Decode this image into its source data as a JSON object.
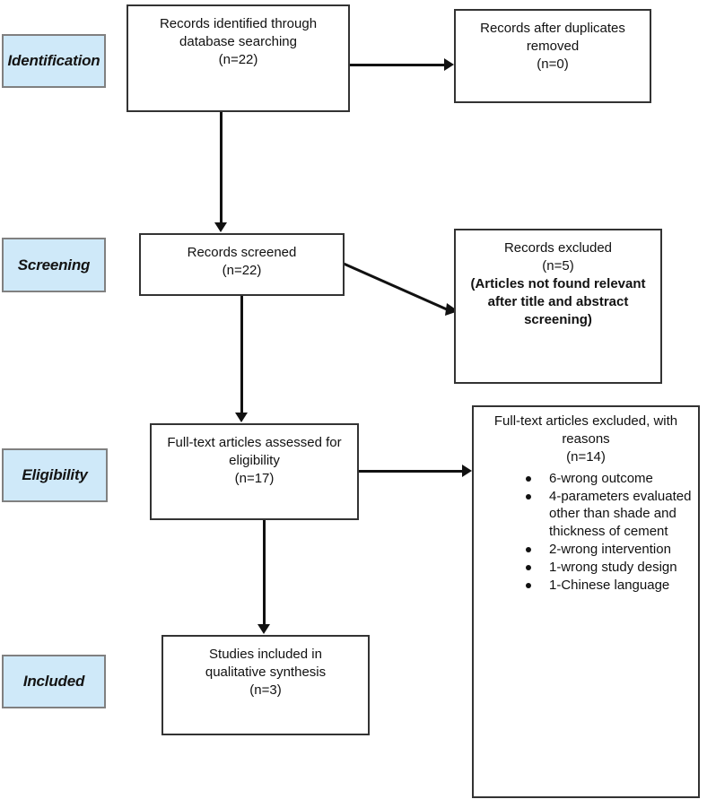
{
  "diagram": {
    "type": "prisma-flow-diagram",
    "accent_color": "#cfe9f9",
    "border_color": "#333333",
    "label_border_color": "#808080"
  },
  "stages": [
    {
      "id": "identification",
      "label": "Identification"
    },
    {
      "id": "screening",
      "label": "Screening"
    },
    {
      "id": "eligibility",
      "label": "Eligibility"
    },
    {
      "id": "included",
      "label": "Included"
    }
  ],
  "boxes": {
    "records_identified": {
      "line1": "Records identified through",
      "line2": "database searching",
      "count": "(n=22)"
    },
    "records_after_duplicates": {
      "line1": "Records after duplicates",
      "line2": "removed",
      "count": "(n=0)"
    },
    "records_screened": {
      "line1": "Records screened",
      "count": "(n=22)"
    },
    "records_excluded": {
      "line1": "Records excluded",
      "count": "(n=5)",
      "note_line1": "(Articles not found relevant",
      "note_line2": "after title and abstract",
      "note_line3": "screening)"
    },
    "fulltext_assessed": {
      "line1": "Full-text articles assessed for",
      "line2": "eligibility",
      "count": "(n=17)"
    },
    "fulltext_excluded": {
      "line1": "Full-text articles excluded, with",
      "line2": "reasons",
      "count": "(n=14)",
      "reasons": [
        "6-wrong outcome",
        "4-parameters evaluated other than shade and thickness of cement",
        "2-wrong intervention",
        "1-wrong study design",
        "1-Chinese language"
      ]
    },
    "studies_included": {
      "line1": "Studies included in",
      "line2": "qualitative synthesis",
      "count": "(n=3)"
    }
  }
}
